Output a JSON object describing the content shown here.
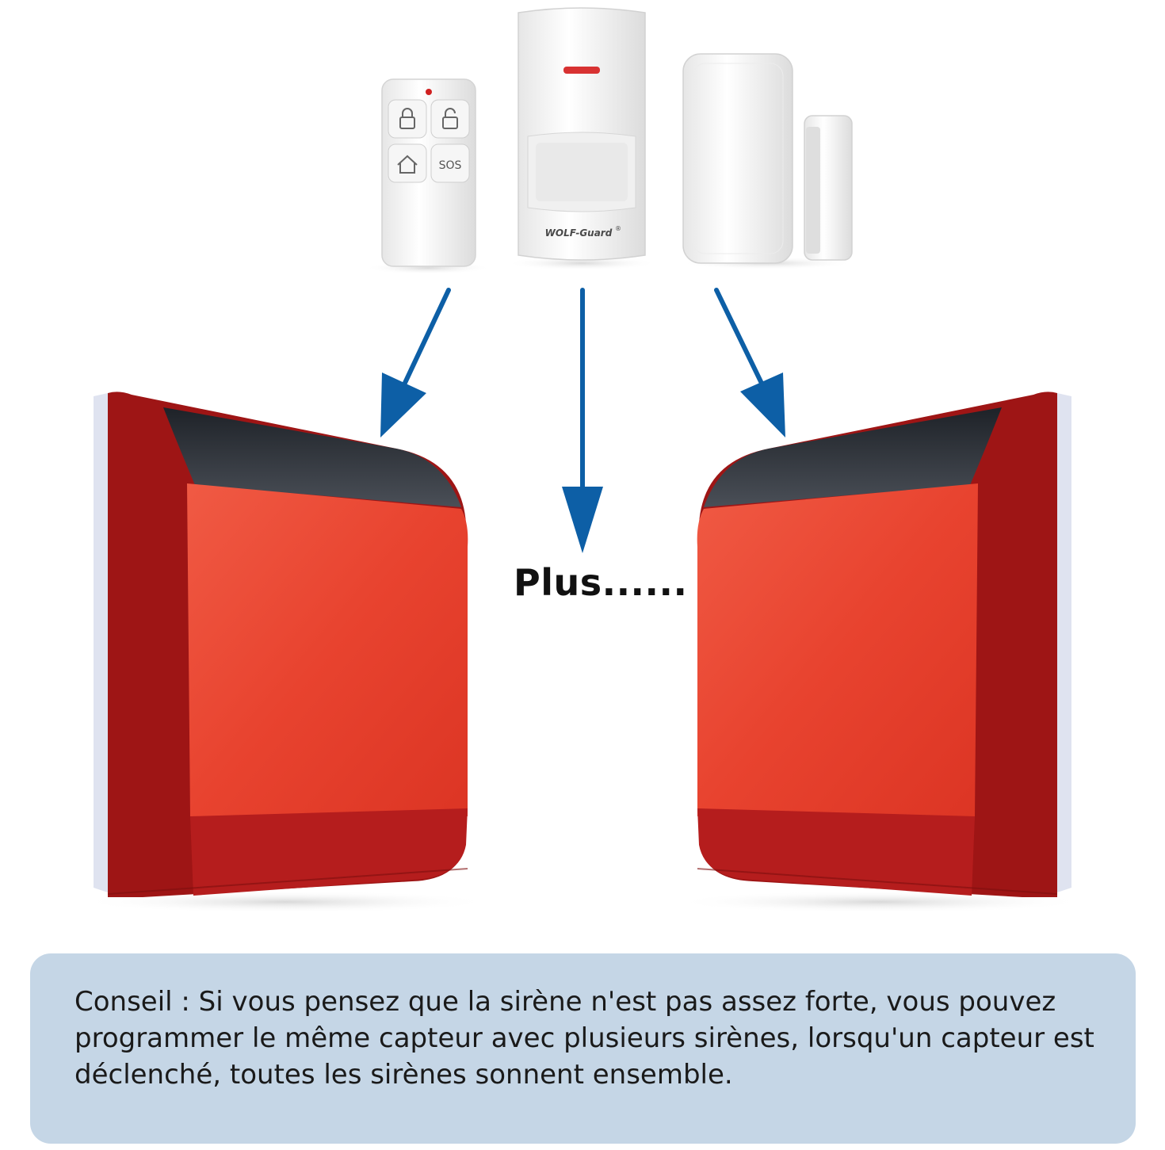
{
  "accessories": {
    "remote": {
      "buttons": [
        "lock-icon",
        "unlock-icon",
        "home-icon"
      ],
      "sos_label": "SOS"
    },
    "pir_sensor": {
      "brand_label": "WOLF-Guard",
      "registered_mark": "®"
    }
  },
  "center_label": "Plus......",
  "tip": {
    "text": "Conseil : Si vous pensez que la sirène n'est pas assez forte, vous pouvez programmer le même capteur avec plusieurs sirènes, lorsqu'un capteur est déclenché, toutes les sirènes sonnent ensemble."
  },
  "colors": {
    "siren_red": "#e8432f",
    "siren_dark_red": "#a81818",
    "arrow_blue": "#0d5fa6",
    "tip_background": "#c5d6e6"
  }
}
